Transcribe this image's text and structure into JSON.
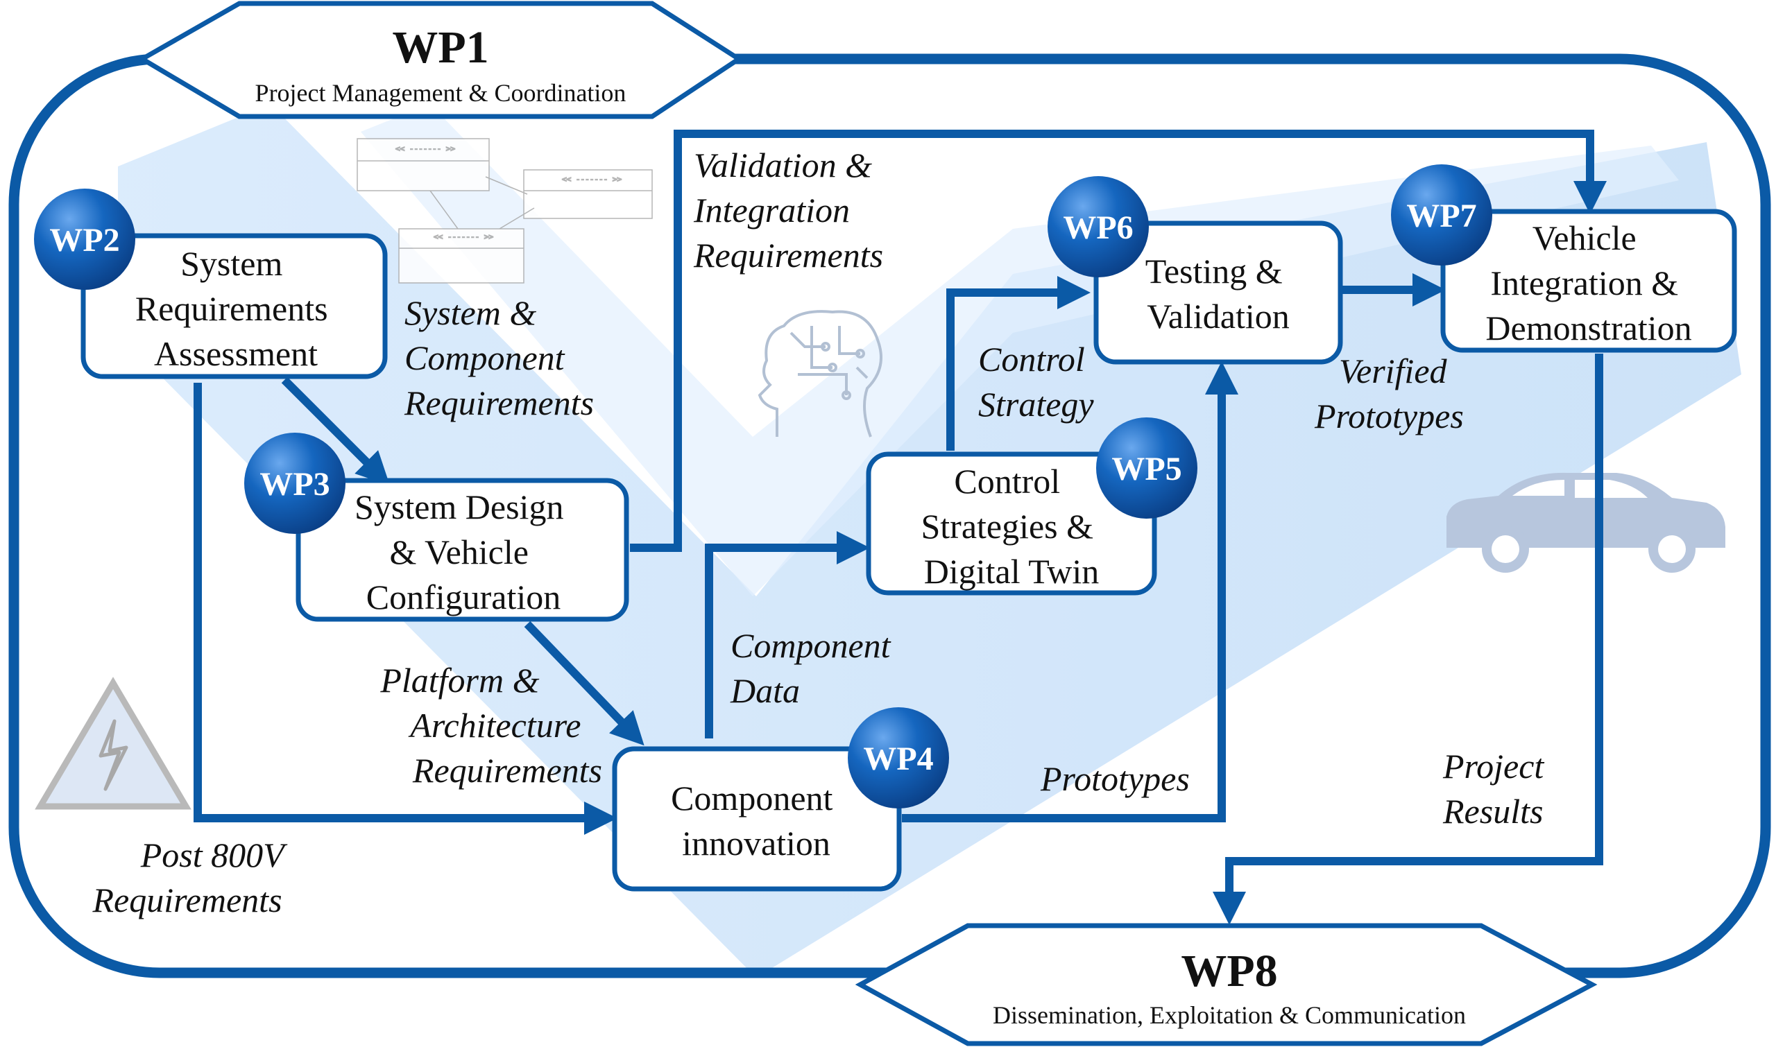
{
  "hexagons": {
    "wp1": {
      "title": "WP1",
      "subtitle": "Project Management & Coordination"
    },
    "wp8": {
      "title": "WP8",
      "subtitle": "Dissemination, Exploitation & Communication"
    }
  },
  "work_packages": {
    "wp2": {
      "badge": "WP2",
      "lines": [
        "System",
        "Requirements",
        "Assessment"
      ]
    },
    "wp3": {
      "badge": "WP3",
      "lines": [
        "System Design",
        "& Vehicle",
        "Configuration"
      ]
    },
    "wp4": {
      "badge": "WP4",
      "lines": [
        "Component",
        "innovation"
      ]
    },
    "wp5": {
      "badge": "WP5",
      "lines": [
        "Control",
        "Strategies &",
        "Digital Twin"
      ]
    },
    "wp6": {
      "badge": "WP6",
      "lines": [
        "Testing &",
        "Validation"
      ]
    },
    "wp7": {
      "badge": "WP7",
      "lines": [
        "Vehicle",
        "Integration &",
        "Demonstration"
      ]
    }
  },
  "flow_labels": {
    "validation_integration": [
      "Validation &",
      "Integration",
      "Requirements"
    ],
    "system_component": [
      "System &",
      "Component",
      "Requirements"
    ],
    "platform_architecture": [
      "Platform &",
      "Architecture",
      "Requirements"
    ],
    "post_800v": [
      "Post 800V",
      "Requirements"
    ],
    "component_data": [
      "Component",
      "Data"
    ],
    "control_strategy": [
      "Control",
      "Strategy"
    ],
    "prototypes": [
      "Prototypes"
    ],
    "verified_prototypes": [
      "Verified",
      "Prototypes"
    ],
    "project_results": [
      "Project",
      "Results"
    ]
  },
  "icons": [
    "class-diagram-icon",
    "brain-circuit-icon",
    "high-voltage-warning-icon",
    "car-icon"
  ],
  "colors": {
    "frame": "#0b5aa6",
    "badge": "#1160b2",
    "highlight": "#bfdcf8",
    "icon_grey": "#b7c6dd"
  }
}
